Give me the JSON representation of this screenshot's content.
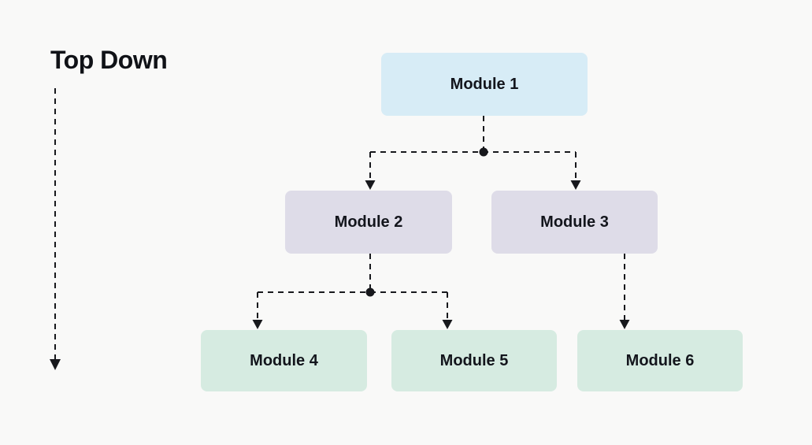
{
  "title": "Top Down",
  "colors": {
    "background": "#f9f9f8",
    "level1_fill": "#d7ecf6",
    "level2_fill": "#dedce8",
    "level3_fill": "#d6ebe1",
    "connector": "#17181c",
    "text": "#13151c"
  },
  "nodes": [
    {
      "id": "module-1",
      "label": "Module 1",
      "level": 1
    },
    {
      "id": "module-2",
      "label": "Module 2",
      "level": 2
    },
    {
      "id": "module-3",
      "label": "Module 3",
      "level": 2
    },
    {
      "id": "module-4",
      "label": "Module 4",
      "level": 3
    },
    {
      "id": "module-5",
      "label": "Module 5",
      "level": 3
    },
    {
      "id": "module-6",
      "label": "Module 6",
      "level": 3
    }
  ],
  "edges": [
    {
      "from": "module-1",
      "to": "module-2"
    },
    {
      "from": "module-1",
      "to": "module-3"
    },
    {
      "from": "module-2",
      "to": "module-4"
    },
    {
      "from": "module-2",
      "to": "module-5"
    },
    {
      "from": "module-3",
      "to": "module-6"
    }
  ]
}
